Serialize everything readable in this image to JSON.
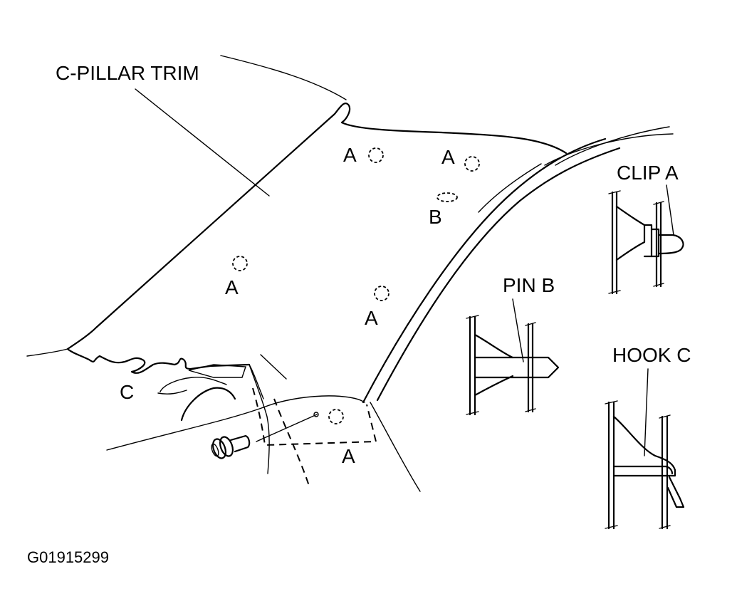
{
  "labels": {
    "trim": "C-PILLAR TRIM",
    "clip_a": "CLIP A",
    "pin_b": "PIN B",
    "hook_c": "HOOK C",
    "figure_id": "G01915299"
  },
  "markers": {
    "a": "A",
    "b": "B",
    "c": "C"
  }
}
